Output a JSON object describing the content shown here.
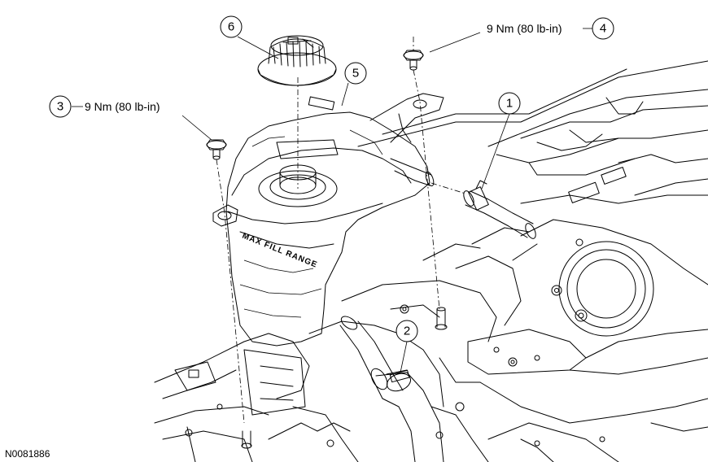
{
  "callouts": [
    {
      "number": "1",
      "spec": ""
    },
    {
      "number": "2",
      "spec": ""
    },
    {
      "number": "3",
      "spec": "9 Nm (80 lb-in)"
    },
    {
      "number": "4",
      "spec": "9 Nm (80 lb-in)"
    },
    {
      "number": "5",
      "spec": ""
    },
    {
      "number": "6",
      "spec": ""
    }
  ],
  "tank_marking": "MAX FILL RANGE",
  "figure_id": "N0081886"
}
